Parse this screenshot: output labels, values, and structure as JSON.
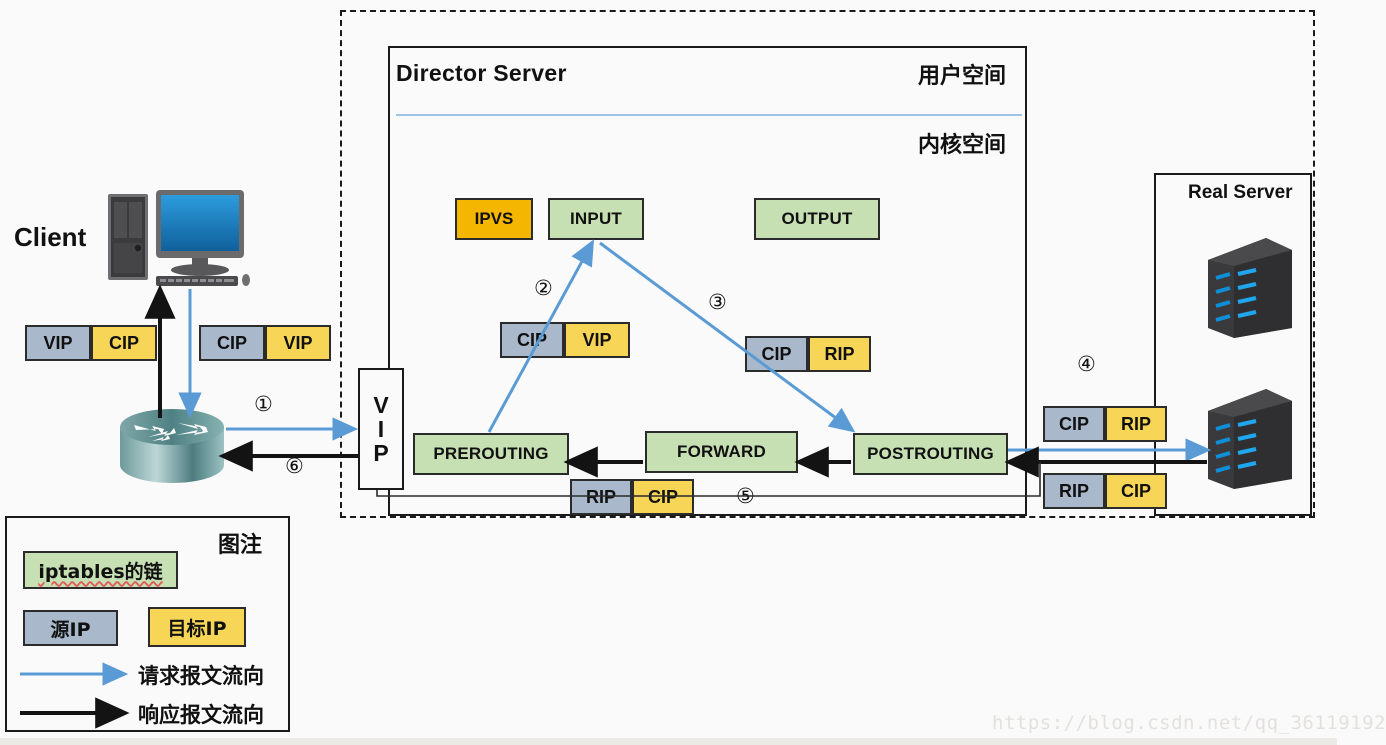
{
  "diagram": {
    "title_director": "Director Server",
    "label_user_space": "用户空间",
    "label_kernel_space": "内核空间",
    "title_real_server": "Real Server",
    "label_client": "Client",
    "vip_gateway": {
      "l1": "V",
      "l2": "I",
      "l3": "P"
    }
  },
  "chains": {
    "ipvs": "IPVS",
    "input": "INPUT",
    "output": "OUTPUT",
    "prerouting": "PREROUTING",
    "forward": "FORWARD",
    "postrouting": "POSTROUTING"
  },
  "packets": [
    {
      "id": "client-response",
      "src": "VIP",
      "dst": "CIP"
    },
    {
      "id": "client-request",
      "src": "CIP",
      "dst": "VIP"
    },
    {
      "id": "prerouting-to-input",
      "src": "CIP",
      "dst": "VIP"
    },
    {
      "id": "input-to-postrouting",
      "src": "CIP",
      "dst": "RIP"
    },
    {
      "id": "postrouting-to-realserver",
      "src": "CIP",
      "dst": "RIP"
    },
    {
      "id": "realserver-to-postrouting",
      "src": "RIP",
      "dst": "CIP"
    },
    {
      "id": "prerouting-return",
      "src": "RIP",
      "dst": "CIP"
    }
  ],
  "steps": [
    {
      "n": "①",
      "desc": "client to director vip"
    },
    {
      "n": "②",
      "desc": "prerouting to input"
    },
    {
      "n": "③",
      "desc": "input to postrouting"
    },
    {
      "n": "④",
      "desc": "postrouting to real server"
    },
    {
      "n": "⑤",
      "desc": "real server back through director"
    },
    {
      "n": "⑥",
      "desc": "director vip back to client"
    }
  ],
  "legend": {
    "title": "图注",
    "chain_item": "iptables的链",
    "src_item": "源IP",
    "dst_item": "目标IP",
    "request_flow": "请求报文流向",
    "response_flow": "响应报文流向"
  },
  "colors": {
    "chain_green": "#c6e0b4",
    "ipvs_orange": "#f5b600",
    "src_blue_gray": "#a9b8cb",
    "dst_yellow": "#f7d557",
    "request_arrow": "#5b9bd5",
    "response_arrow": "#1a1a1a"
  },
  "watermark": "https://blog.csdn.net/qq_36119192"
}
